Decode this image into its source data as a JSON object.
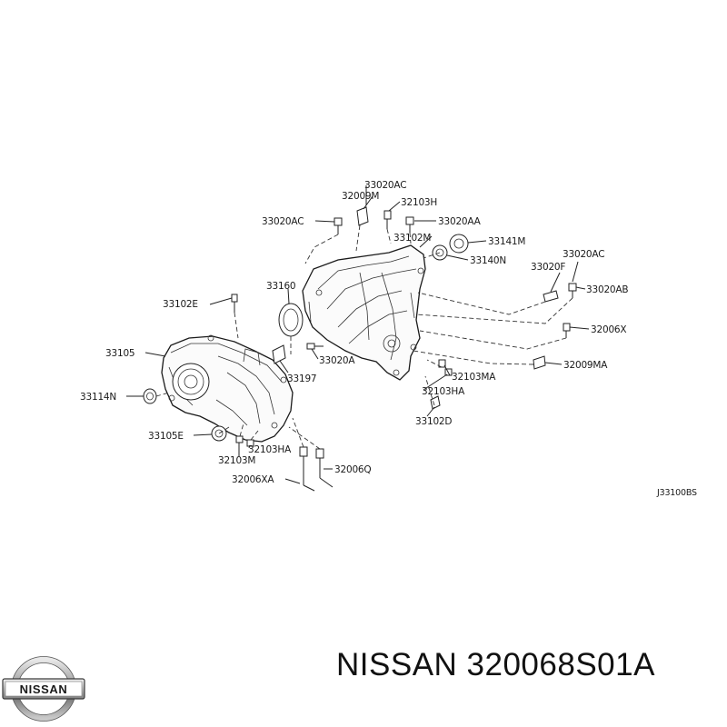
{
  "diagram": {
    "code": "J33100BS",
    "labels": {
      "p33020AC_top": "33020AC",
      "p32009M": "32009M",
      "p32103H": "32103H",
      "p33020AC_left": "33020AC",
      "p33020AA": "33020AA",
      "p33102M": "33102M",
      "p33141M": "33141M",
      "p33140N": "33140N",
      "p33020AC_right": "33020AC",
      "p33020F": "33020F",
      "p33020AB": "33020AB",
      "p32006X": "32006X",
      "p32009MA": "32009MA",
      "p33160": "33160",
      "p33102E": "33102E",
      "p33105": "33105",
      "p33020A": "33020A",
      "p33197": "33197",
      "p32103MA": "32103MA",
      "p32103HA_mid": "32103HA",
      "p33102D": "33102D",
      "p33114N": "33114N",
      "p33105E": "33105E",
      "p32103HA_low": "32103HA",
      "p32103M": "32103M",
      "p32006XA": "32006XA",
      "p32006Q": "32006Q"
    }
  },
  "logo": {
    "text": "NISSAN"
  },
  "footer": {
    "title": "NISSAN 320068S01A"
  }
}
